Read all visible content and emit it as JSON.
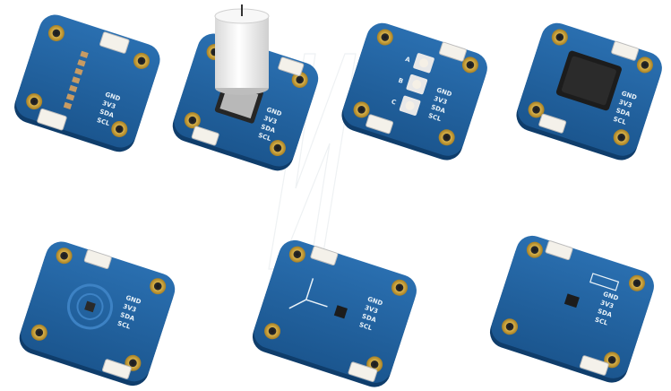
{
  "watermark": {
    "text": ""
  },
  "boards": [
    {
      "id": "led-bar",
      "labels": [
        "GND",
        "3V3",
        "SDA",
        "SCL"
      ]
    },
    {
      "id": "rotary-knob",
      "labels": [
        "GND",
        "3V3",
        "SDA",
        "SCL"
      ]
    },
    {
      "id": "buttons",
      "labels": [
        "GND",
        "3V3",
        "SDA",
        "SCL"
      ],
      "button_letters": [
        "A",
        "B",
        "C"
      ]
    },
    {
      "id": "buzzer",
      "labels": [
        "GND",
        "3V3",
        "SDA",
        "SCL"
      ]
    },
    {
      "id": "temperature",
      "labels": [
        "GND",
        "3V3",
        "SDA",
        "SCL"
      ]
    },
    {
      "id": "imu",
      "labels": [
        "GND",
        "3V3",
        "SDA",
        "SCL"
      ]
    },
    {
      "id": "distance",
      "labels": [
        "GND",
        "3V3",
        "SDA",
        "SCL"
      ]
    }
  ],
  "colors": {
    "pcb": "#1e5f9c",
    "pcb_edge": "#0f3d6b",
    "gold": "#c9a23c",
    "connector": "#f4f1ea",
    "knob": "#f5f5f5"
  }
}
